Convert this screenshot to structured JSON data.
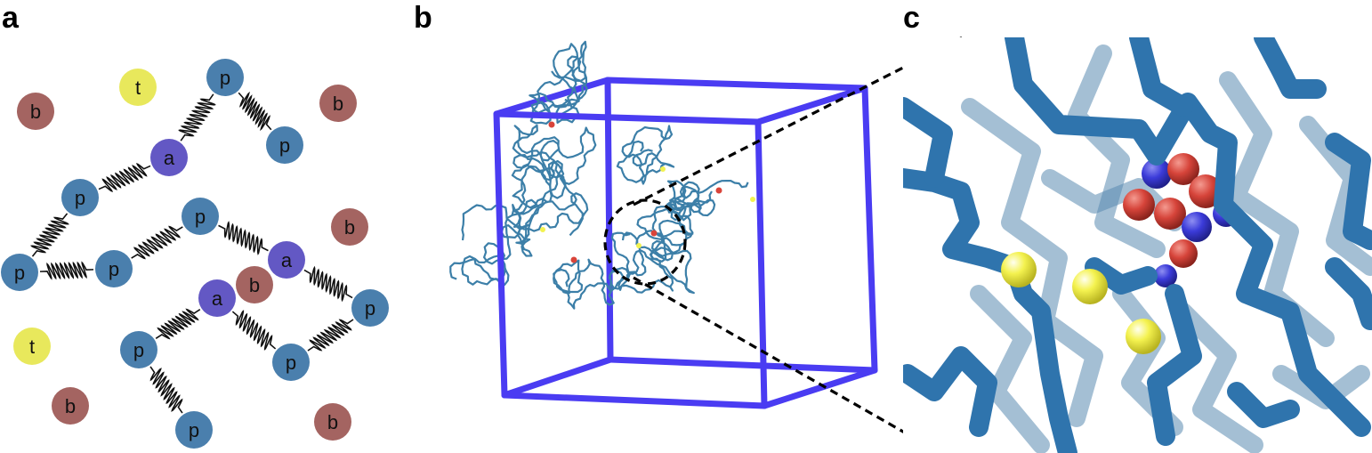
{
  "panels": {
    "a": {
      "letter": "a"
    },
    "b": {
      "letter": "b"
    },
    "c": {
      "letter": "c"
    }
  },
  "colors": {
    "p": "#4a7fad",
    "a": "#6358c4",
    "b": "#a46461",
    "t": "#e8e85c",
    "cube": "#4a3cf2",
    "chain": "#3c7fa8",
    "oxygen": "#d9443a",
    "nitrogen": "#3b3bd9",
    "sulfur": "#f2f250"
  },
  "beads": [
    {
      "type": "b",
      "label": "b"
    },
    {
      "type": "t",
      "label": "t"
    },
    {
      "type": "p",
      "label": "p"
    },
    {
      "type": "b",
      "label": "b"
    },
    {
      "type": "p",
      "label": "p"
    },
    {
      "type": "a",
      "label": "a"
    },
    {
      "type": "p",
      "label": "p"
    },
    {
      "type": "p",
      "label": "p"
    },
    {
      "type": "b",
      "label": "b"
    },
    {
      "type": "p",
      "label": "p"
    },
    {
      "type": "p",
      "label": "p"
    },
    {
      "type": "a",
      "label": "a"
    },
    {
      "type": "b",
      "label": "b"
    },
    {
      "type": "a",
      "label": "a"
    },
    {
      "type": "p",
      "label": "p"
    },
    {
      "type": "t",
      "label": "t"
    },
    {
      "type": "p",
      "label": "p"
    },
    {
      "type": "p",
      "label": "p"
    },
    {
      "type": "p",
      "label": "p"
    },
    {
      "type": "b",
      "label": "b"
    },
    {
      "type": "b",
      "label": "b"
    },
    {
      "type": "p",
      "label": "p"
    }
  ]
}
